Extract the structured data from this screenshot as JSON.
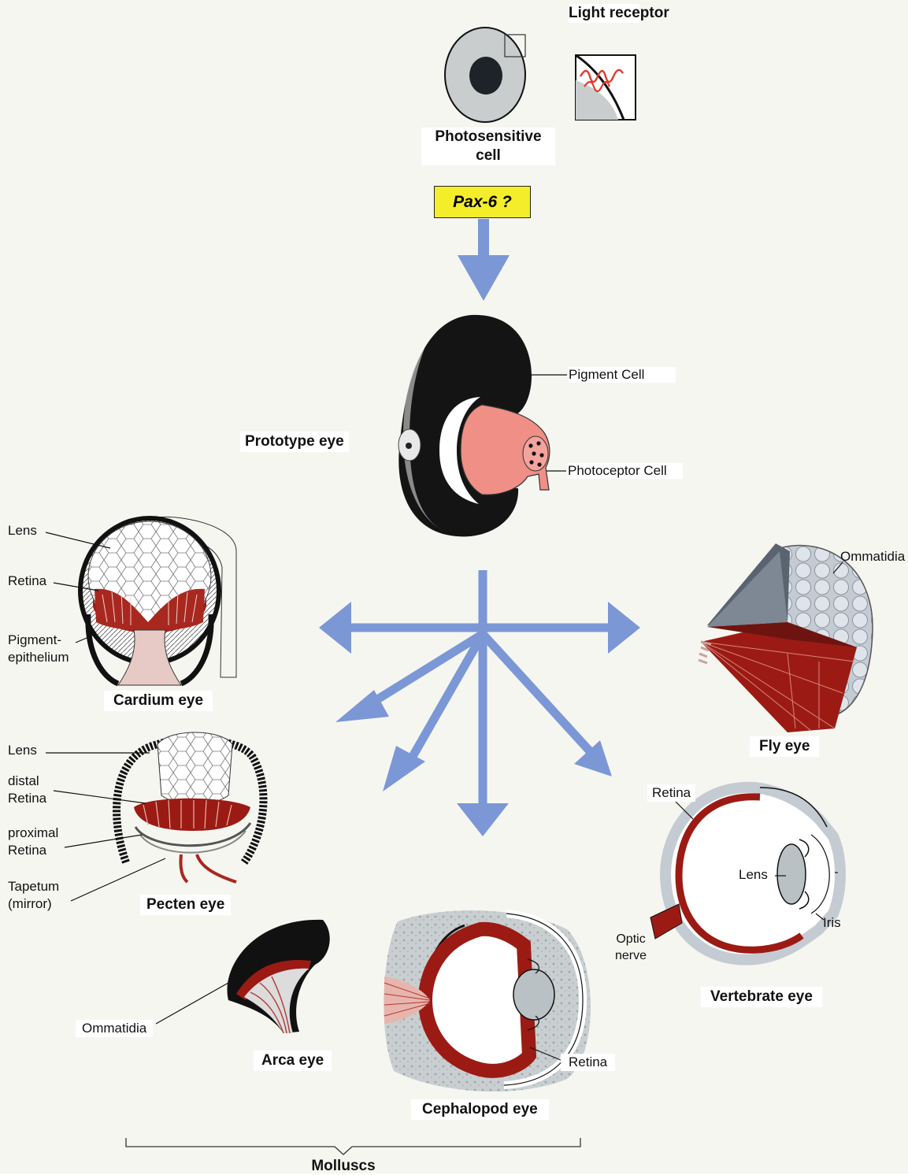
{
  "top": {
    "light_receptor": "Light receptor",
    "photosensitive_cell": "Photosensitive cell",
    "gene_box": "Pax-6 ?"
  },
  "prototype": {
    "title": "Prototype eye",
    "pigment_cell": "Pigment Cell",
    "photoceptor_cell": "Photoceptor Cell"
  },
  "cardium": {
    "title": "Cardium eye",
    "lens": "Lens",
    "retina": "Retina",
    "pigment_epithelium": "Pigment-\nepithelium"
  },
  "pecten": {
    "title": "Pecten eye",
    "lens": "Lens",
    "distal_retina": "distal\nRetina",
    "proximal_retina": "proximal\nRetina",
    "tapetum": "Tapetum\n(mirror)"
  },
  "arca": {
    "title": "Arca eye",
    "ommatidia": "Ommatidia"
  },
  "cephalopod": {
    "title": "Cephalopod eye",
    "retina": "Retina"
  },
  "fly": {
    "title": "Fly eye",
    "ommatidia": "Ommatidia"
  },
  "vertebrate": {
    "title": "Vertebrate eye",
    "retina": "Retina",
    "lens": "Lens",
    "iris": "Iris",
    "optic_nerve": "Optic\nnerve"
  },
  "group": {
    "molluscs": "Molluscs"
  },
  "colors": {
    "arrow": "#7b97d6",
    "gene_box": "#f4ee2a",
    "retina_red": "#9b1b14",
    "pink": "#ef8f86",
    "gray_cell": "#c9cdcd"
  }
}
